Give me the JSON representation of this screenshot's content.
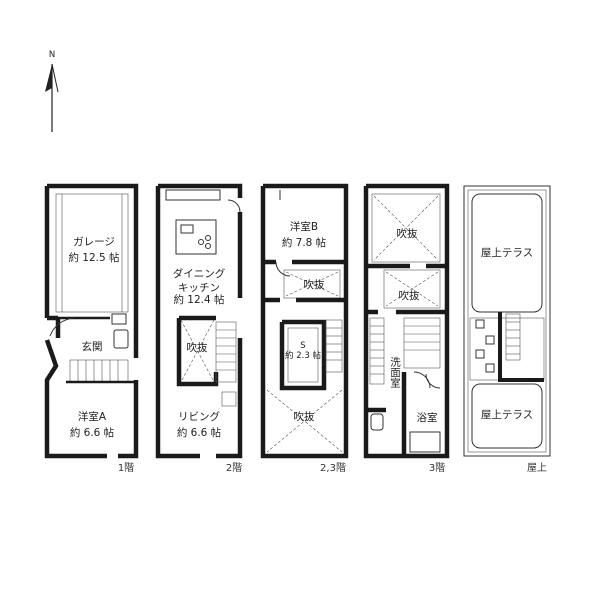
{
  "compass": {
    "letter": "N"
  },
  "rooms": {
    "garage_name": "ガレージ",
    "garage_size": "約 12.5 帖",
    "entrance": "玄関",
    "room_a_name": "洋室A",
    "room_a_size": "約 6.6 帖",
    "dining_name_1": "ダイニング",
    "dining_name_2": "キッチン",
    "dining_size": "約 12.4 帖",
    "void": "吹抜",
    "living_name": "リビング",
    "living_size": "約 6.6 帖",
    "room_b_name": "洋室B",
    "room_b_size": "約 7.8 帖",
    "storage_name": "S",
    "storage_size": "約 2.3 帖",
    "washroom": "洗面室",
    "bathroom": "浴室",
    "roof_terrace": "屋上テラス"
  },
  "floors": {
    "f1": "1階",
    "f2": "2階",
    "f23": "2,3階",
    "f3": "3階",
    "roof": "屋上"
  }
}
